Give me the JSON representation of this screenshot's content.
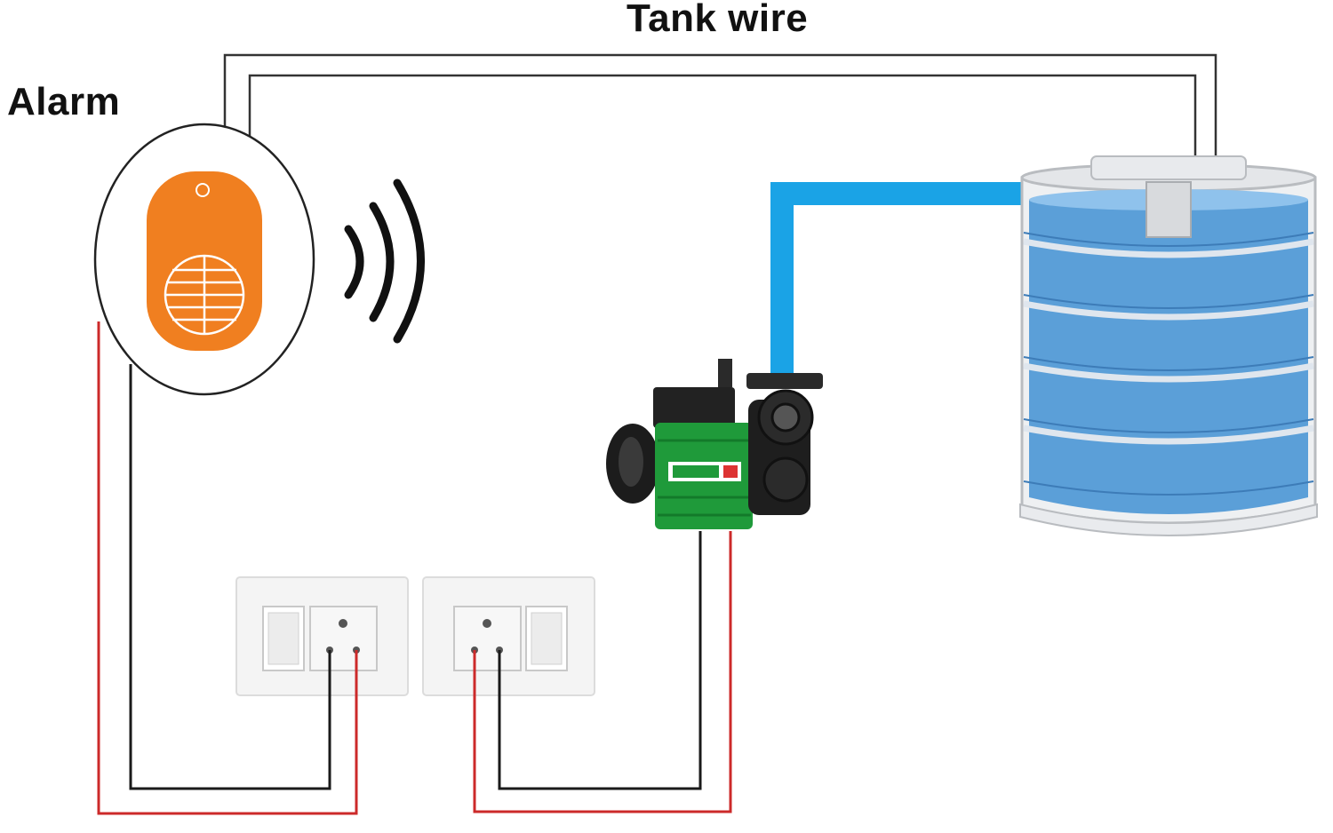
{
  "labels": {
    "tank_wire": "Tank wire",
    "alarm": "Alarm"
  },
  "components": {
    "alarm_device": "alarm-device",
    "pump": "water-pump",
    "tank": "water-tank",
    "switch_left": "switch-socket-left",
    "switch_right": "switch-socket-right",
    "signal": "sound-waves-icon"
  },
  "colors": {
    "tank_wire": "#333333",
    "live_wire": "#cc2a2a",
    "neutral_wire": "#1a1a1a",
    "water_pipe": "#1aa3e6",
    "alarm_body": "#f07f20",
    "pump_body": "#1f9a3a",
    "water": "#5b9fd8"
  }
}
